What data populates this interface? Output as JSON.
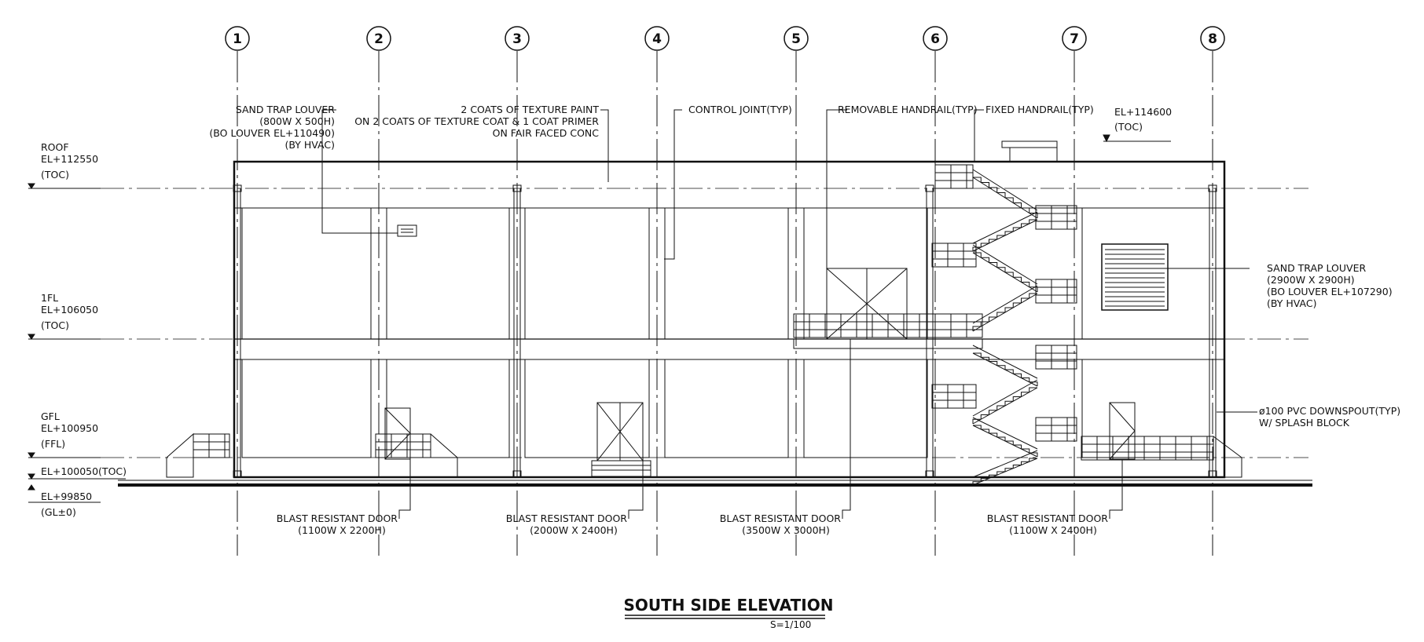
{
  "grid_lines": [
    "1",
    "2",
    "3",
    "4",
    "5",
    "6",
    "7",
    "8"
  ],
  "levels": {
    "roof": {
      "name": "ROOF",
      "el": "EL+112550",
      "ref": "(TOC)"
    },
    "first": {
      "name": "1FL",
      "el": "EL+106050",
      "ref": "(TOC)"
    },
    "ground": {
      "name": "GFL",
      "el": "EL+100950",
      "ref": "(FFL)"
    },
    "toc": {
      "el": "EL+100050(TOC)"
    },
    "grade": {
      "el": "EL+99850",
      "ref": "(GL±0)"
    },
    "top": {
      "el": "EL+114600",
      "ref": "(TOC)"
    }
  },
  "notes": {
    "louver_small": [
      "SAND TRAP LOUVER",
      "(800W X 500H)",
      "(BO LOUVER EL+110490)",
      "(BY HVAC)"
    ],
    "paint": [
      "2 COATS OF TEXTURE PAINT",
      "ON 2 COATS OF TEXTURE COAT & 1 COAT PRIMER",
      "ON FAIR FACED CONC"
    ],
    "control_joint": "CONTROL JOINT(TYP)",
    "removable_handrail": "REMOVABLE HANDRAIL(TYP)",
    "fixed_handrail": "FIXED HANDRAIL(TYP)",
    "louver_large": [
      "SAND TRAP LOUVER",
      "(2900W X 2900H)",
      "(BO LOUVER EL+107290)",
      "(BY HVAC)"
    ],
    "downspout": [
      "ø100 PVC DOWNSPOUT(TYP)",
      "W/ SPLASH BLOCK"
    ],
    "door1": [
      "BLAST RESISTANT DOOR",
      "(1100W X 2200H)"
    ],
    "door2": [
      "BLAST RESISTANT DOOR",
      "(2000W X 2400H)"
    ],
    "door3": [
      "BLAST RESISTANT DOOR",
      "(3500W X 3000H)"
    ],
    "door4": [
      "BLAST RESISTANT DOOR",
      "(1100W X 2400H)"
    ]
  },
  "title": "SOUTH SIDE ELEVATION",
  "scale": "S=1/100"
}
